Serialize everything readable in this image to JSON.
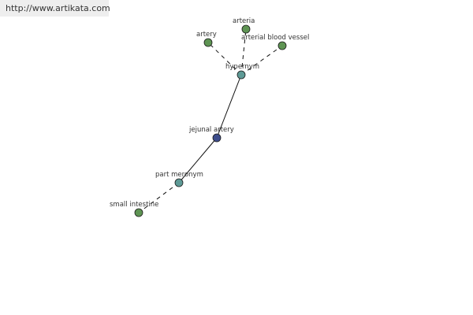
{
  "watermark": "http://www.artikata.com",
  "colors": {
    "word_node": "#5e9453",
    "relation_node": "#5e9a96",
    "focus_node": "#3d4d8c"
  },
  "nodes": {
    "arteria": "arteria",
    "artery": "artery",
    "arterial_blood_vessel": "arterial blood vessel",
    "hypernym": "hypernym",
    "jejunal_artery": "jejunal artery",
    "part_meronym": "part meronym",
    "small_intestine": "small intestine"
  }
}
